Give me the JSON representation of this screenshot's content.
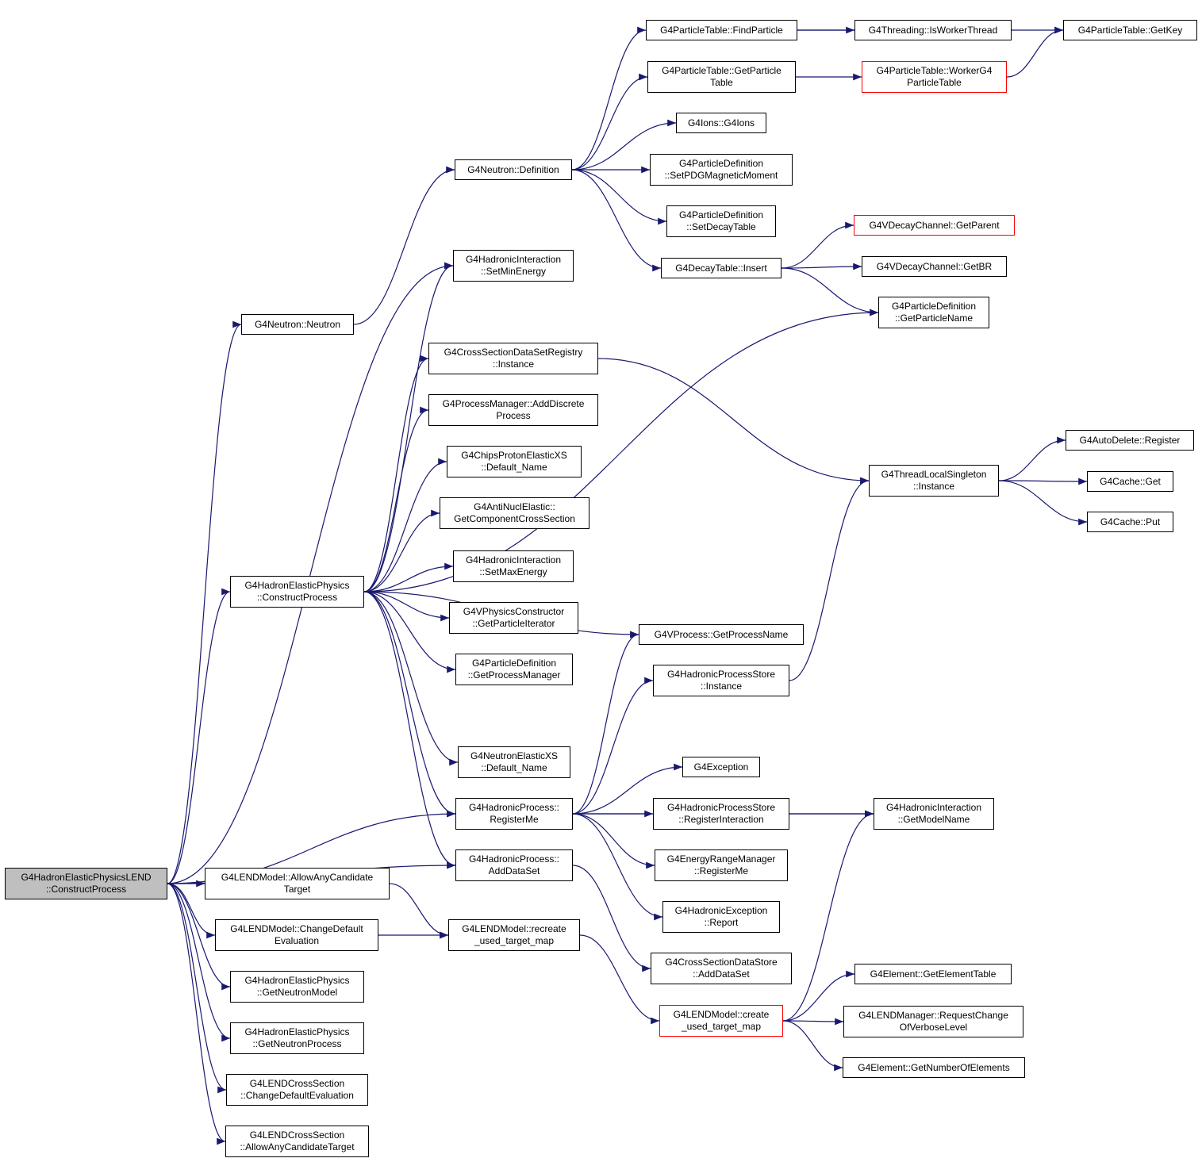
{
  "colors": {
    "edge": "#191970",
    "box_border": "#000000",
    "incomplete_border": "#ff0000",
    "root_fill": "#bfbfbf",
    "background": "#ffffff"
  },
  "nodes": [
    {
      "id": "root",
      "lines": [
        "G4HadronElasticPhysicsLEND",
        "::ConstructProcess"
      ],
      "style": "root"
    },
    {
      "id": "neutron_neutron",
      "lines": [
        "G4Neutron::Neutron"
      ]
    },
    {
      "id": "hep_construct",
      "lines": [
        "G4HadronElasticPhysics",
        "::ConstructProcess"
      ]
    },
    {
      "id": "lend_allowany",
      "lines": [
        "G4LENDModel::AllowAnyCandidate",
        "Target"
      ]
    },
    {
      "id": "lend_changedef",
      "lines": [
        "G4LENDModel::ChangeDefault",
        "Evaluation"
      ]
    },
    {
      "id": "hep_getneutronmodel",
      "lines": [
        "G4HadronElasticPhysics",
        "::GetNeutronModel"
      ]
    },
    {
      "id": "hep_getneutronprocess",
      "lines": [
        "G4HadronElasticPhysics",
        "::GetNeutronProcess"
      ]
    },
    {
      "id": "lendxs_changedef",
      "lines": [
        "G4LENDCrossSection",
        "::ChangeDefaultEvaluation"
      ]
    },
    {
      "id": "lendxs_allowany",
      "lines": [
        "G4LENDCrossSection",
        "::AllowAnyCandidateTarget"
      ]
    },
    {
      "id": "neutron_definition",
      "lines": [
        "G4Neutron::Definition"
      ]
    },
    {
      "id": "hi_setmin",
      "lines": [
        "G4HadronicInteraction",
        "::SetMinEnergy"
      ]
    },
    {
      "id": "xsreg_instance",
      "lines": [
        "G4CrossSectionDataSetRegistry",
        "::Instance"
      ]
    },
    {
      "id": "pm_adddiscrete",
      "lines": [
        "G4ProcessManager::AddDiscrete",
        "Process"
      ]
    },
    {
      "id": "chips_default",
      "lines": [
        "G4ChipsProtonElasticXS",
        "::Default_Name"
      ]
    },
    {
      "id": "antinucl",
      "lines": [
        "G4AntiNuclElastic::",
        "GetComponentCrossSection"
      ]
    },
    {
      "id": "hi_setmax",
      "lines": [
        "G4HadronicInteraction",
        "::SetMaxEnergy"
      ]
    },
    {
      "id": "vpc_getparticleit",
      "lines": [
        "G4VPhysicsConstructor",
        "::GetParticleIterator"
      ]
    },
    {
      "id": "pd_getprocessmanager",
      "lines": [
        "G4ParticleDefinition",
        "::GetProcessManager"
      ]
    },
    {
      "id": "nexs_default",
      "lines": [
        "G4NeutronElasticXS",
        "::Default_Name"
      ]
    },
    {
      "id": "hp_registerme",
      "lines": [
        "G4HadronicProcess::",
        "RegisterMe"
      ]
    },
    {
      "id": "hp_adddataset",
      "lines": [
        "G4HadronicProcess::",
        "AddDataSet"
      ]
    },
    {
      "id": "lend_recreate",
      "lines": [
        "G4LENDModel::recreate",
        "_used_target_map"
      ]
    },
    {
      "id": "pt_findparticle",
      "lines": [
        "G4ParticleTable::FindParticle"
      ]
    },
    {
      "id": "pt_getparticletable",
      "lines": [
        "G4ParticleTable::GetParticle",
        "Table"
      ]
    },
    {
      "id": "ions_g4ions",
      "lines": [
        "G4Ions::G4Ions"
      ]
    },
    {
      "id": "pd_setpdgmag",
      "lines": [
        "G4ParticleDefinition",
        "::SetPDGMagneticMoment"
      ]
    },
    {
      "id": "pd_setdecaytable",
      "lines": [
        "G4ParticleDefinition",
        "::SetDecayTable"
      ]
    },
    {
      "id": "dt_insert",
      "lines": [
        "G4DecayTable::Insert"
      ]
    },
    {
      "id": "vproc_getname",
      "lines": [
        "G4VProcess::GetProcessName"
      ]
    },
    {
      "id": "hps_instance",
      "lines": [
        "G4HadronicProcessStore",
        "::Instance"
      ]
    },
    {
      "id": "g4exception",
      "lines": [
        "G4Exception"
      ]
    },
    {
      "id": "hps_registerint",
      "lines": [
        "G4HadronicProcessStore",
        "::RegisterInteraction"
      ]
    },
    {
      "id": "erm_registerme",
      "lines": [
        "G4EnergyRangeManager",
        "::RegisterMe"
      ]
    },
    {
      "id": "hexc_report",
      "lines": [
        "G4HadronicException",
        "::Report"
      ]
    },
    {
      "id": "xsstore_adddataset",
      "lines": [
        "G4CrossSectionDataStore",
        "::AddDataSet"
      ]
    },
    {
      "id": "lend_create",
      "lines": [
        "G4LENDModel::create",
        "_used_target_map"
      ],
      "style": "red"
    },
    {
      "id": "threading_isworker",
      "lines": [
        "G4Threading::IsWorkerThread"
      ]
    },
    {
      "id": "pt_workerg4",
      "lines": [
        "G4ParticleTable::WorkerG4",
        "ParticleTable"
      ],
      "style": "red"
    },
    {
      "id": "vdc_getparent",
      "lines": [
        "G4VDecayChannel::GetParent"
      ],
      "style": "red"
    },
    {
      "id": "vdc_getbr",
      "lines": [
        "G4VDecayChannel::GetBR"
      ]
    },
    {
      "id": "pd_getparticlename",
      "lines": [
        "G4ParticleDefinition",
        "::GetParticleName"
      ]
    },
    {
      "id": "tls_instance",
      "lines": [
        "G4ThreadLocalSingleton",
        "::Instance"
      ]
    },
    {
      "id": "hi_getmodelname",
      "lines": [
        "G4HadronicInteraction",
        "::GetModelName"
      ]
    },
    {
      "id": "elem_gettable",
      "lines": [
        "G4Element::GetElementTable"
      ]
    },
    {
      "id": "lendmgr_request",
      "lines": [
        "G4LENDManager::RequestChange",
        "OfVerboseLevel"
      ]
    },
    {
      "id": "elem_getnumber",
      "lines": [
        "G4Element::GetNumberOfElements"
      ]
    },
    {
      "id": "pt_getkey",
      "lines": [
        "G4ParticleTable::GetKey"
      ]
    },
    {
      "id": "autodelete_register",
      "lines": [
        "G4AutoDelete::Register"
      ]
    },
    {
      "id": "cache_get",
      "lines": [
        "G4Cache::Get"
      ]
    },
    {
      "id": "cache_put",
      "lines": [
        "G4Cache::Put"
      ]
    }
  ],
  "edges": [
    [
      "root",
      "neutron_neutron"
    ],
    [
      "root",
      "hep_construct"
    ],
    [
      "root",
      "lend_allowany"
    ],
    [
      "root",
      "lend_changedef"
    ],
    [
      "root",
      "hep_getneutronmodel"
    ],
    [
      "root",
      "hep_getneutronprocess"
    ],
    [
      "root",
      "lendxs_changedef"
    ],
    [
      "root",
      "lendxs_allowany"
    ],
    [
      "root",
      "hi_setmin"
    ],
    [
      "root",
      "hp_registerme"
    ],
    [
      "root",
      "hp_adddataset"
    ],
    [
      "neutron_neutron",
      "neutron_definition"
    ],
    [
      "lend_allowany",
      "lend_recreate"
    ],
    [
      "lend_changedef",
      "lend_recreate"
    ],
    [
      "neutron_definition",
      "pt_findparticle"
    ],
    [
      "neutron_definition",
      "pt_getparticletable"
    ],
    [
      "neutron_definition",
      "ions_g4ions"
    ],
    [
      "neutron_definition",
      "pd_setpdgmag"
    ],
    [
      "neutron_definition",
      "pd_setdecaytable"
    ],
    [
      "neutron_definition",
      "dt_insert"
    ],
    [
      "hep_construct",
      "hi_setmin"
    ],
    [
      "hep_construct",
      "xsreg_instance"
    ],
    [
      "hep_construct",
      "pm_adddiscrete"
    ],
    [
      "hep_construct",
      "chips_default"
    ],
    [
      "hep_construct",
      "antinucl"
    ],
    [
      "hep_construct",
      "hi_setmax"
    ],
    [
      "hep_construct",
      "vpc_getparticleit"
    ],
    [
      "hep_construct",
      "pd_getprocessmanager"
    ],
    [
      "hep_construct",
      "nexs_default"
    ],
    [
      "hep_construct",
      "hp_registerme"
    ],
    [
      "hep_construct",
      "hp_adddataset"
    ],
    [
      "hep_construct",
      "pd_getparticlename"
    ],
    [
      "hep_construct",
      "vproc_getname"
    ],
    [
      "pt_findparticle",
      "threading_isworker"
    ],
    [
      "pt_findparticle",
      "pt_getkey"
    ],
    [
      "pt_getparticletable",
      "pt_workerg4"
    ],
    [
      "pt_workerg4",
      "pt_getkey"
    ],
    [
      "dt_insert",
      "vdc_getparent"
    ],
    [
      "dt_insert",
      "vdc_getbr"
    ],
    [
      "dt_insert",
      "pd_getparticlename"
    ],
    [
      "xsreg_instance",
      "tls_instance"
    ],
    [
      "tls_instance",
      "autodelete_register"
    ],
    [
      "tls_instance",
      "cache_get"
    ],
    [
      "tls_instance",
      "cache_put"
    ],
    [
      "hp_registerme",
      "vproc_getname"
    ],
    [
      "hp_registerme",
      "hps_instance"
    ],
    [
      "hp_registerme",
      "hi_getmodelname"
    ],
    [
      "hp_registerme",
      "g4exception"
    ],
    [
      "hp_registerme",
      "hps_registerint"
    ],
    [
      "hp_registerme",
      "erm_registerme"
    ],
    [
      "hp_registerme",
      "hexc_report"
    ],
    [
      "hps_instance",
      "tls_instance"
    ],
    [
      "hps_registerint",
      "hi_getmodelname"
    ],
    [
      "hp_adddataset",
      "xsstore_adddataset"
    ],
    [
      "lend_recreate",
      "lend_create"
    ],
    [
      "lend_create",
      "hi_getmodelname"
    ],
    [
      "lend_create",
      "elem_gettable"
    ],
    [
      "lend_create",
      "lendmgr_request"
    ],
    [
      "lend_create",
      "elem_getnumber"
    ]
  ]
}
